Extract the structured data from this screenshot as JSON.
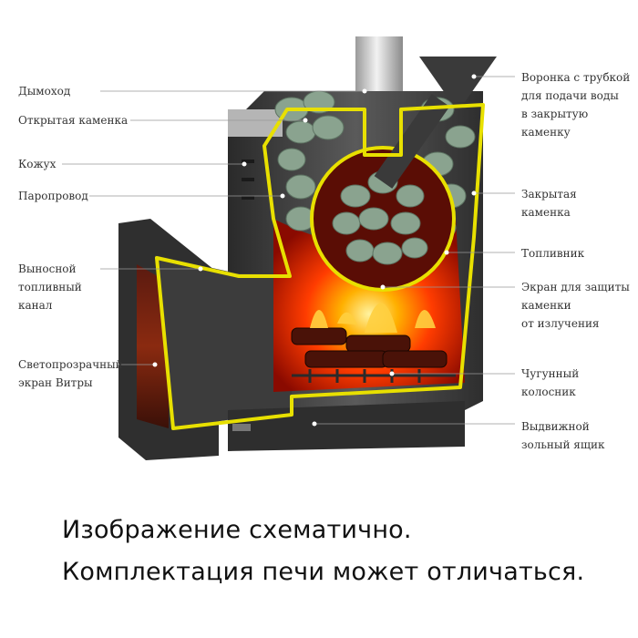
{
  "labels_left": [
    {
      "id": "chimney",
      "text": "Дымоход"
    },
    {
      "id": "open-heater",
      "text": "Открытая каменка"
    },
    {
      "id": "casing",
      "text": "Кожух"
    },
    {
      "id": "steam-pipe",
      "text": "Паропровод"
    },
    {
      "id": "remote-fuel-channel",
      "text": "Выносной\nтопливный\nканал"
    },
    {
      "id": "vitra-screen",
      "text": "Светопрозрачный\nэкран Витры"
    }
  ],
  "labels_right": [
    {
      "id": "funnel",
      "text": "Воронка с трубкой\nдля подачи воды\nв закрытую\nкаменку"
    },
    {
      "id": "closed-heater",
      "text": "Закрытая\nкаменка"
    },
    {
      "id": "firebox",
      "text": "Топливник"
    },
    {
      "id": "stone-screen",
      "text": "Экран для защиты\nкаменки\nот излучения"
    },
    {
      "id": "grate",
      "text": "Чугунный\nколосник"
    },
    {
      "id": "ash-drawer",
      "text": "Выдвижной\nзольный ящик"
    }
  ],
  "caption": {
    "line1": "Изображение схематично.",
    "line2": "Комплектация печи может отличаться."
  },
  "colors": {
    "outline": "#e8e000",
    "fire": "#d41a00",
    "metal": "#3a3a3a",
    "stone": "#8aa38f"
  }
}
